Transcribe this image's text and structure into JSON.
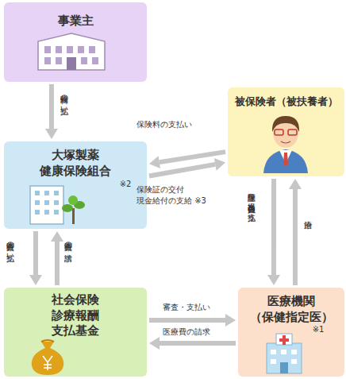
{
  "diagram": {
    "nodes": [
      {
        "text": [
          "事業主"
        ]
      },
      {
        "text": [
          "被保険者（被扶養者）"
        ]
      },
      {
        "text": [
          "大塚製薬 健康保険組合",
          "※2"
        ]
      },
      {
        "text": [
          "社会保険 診療報酬 支払基金"
        ]
      },
      {
        "text": [
          "医療機関 （保健指定医）",
          "※1"
        ]
      }
    ],
    "edges": [
      {
        "from": 0,
        "to": 2,
        "label": "保険料の 支払い",
        "arrow": "to"
      },
      {
        "from": 1,
        "to": 2,
        "label": "保険料の支払い",
        "arrow": "to"
      },
      {
        "from": 2,
        "to": 1,
        "label": "保険証の交付 現金給付の支給 ※3",
        "arrow": "to"
      },
      {
        "from": 2,
        "to": 3,
        "label": "医療費の 支払い",
        "arrow": "to"
      },
      {
        "from": 3,
        "to": 2,
        "label": "医療費の 請求",
        "arrow": "to"
      },
      {
        "from": 1,
        "to": 4,
        "label": "保険証を提出 自己負担分を支払う",
        "arrow": "to"
      },
      {
        "from": 4,
        "to": 1,
        "label": "治療",
        "arrow": "to"
      },
      {
        "from": 3,
        "to": 4,
        "label": "審査・支払い",
        "arrow": "to"
      },
      {
        "from": 4,
        "to": 3,
        "label": "医療費の請求",
        "arrow": "to"
      }
    ]
  }
}
